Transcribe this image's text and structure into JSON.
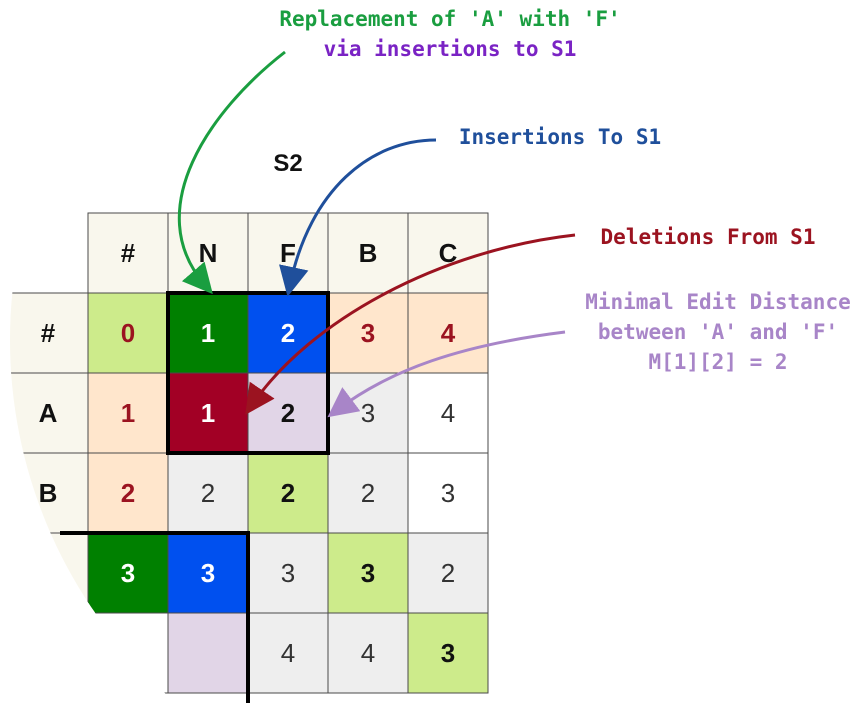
{
  "labels": {
    "s2": "S2",
    "replace_line1": "Replacement of 'A' with 'F'",
    "replace_line2": "via insertions to S1",
    "insertions": "Insertions To S1",
    "deletions": "Deletions From S1",
    "minimal_line1": "Minimal Edit Distance",
    "minimal_line2": "between 'A' and 'F'",
    "minimal_line3": "M[1][2] = 2"
  },
  "colors": {
    "green": "#1a9e40",
    "purple": "#7a23c4",
    "blue_arrow": "#1f4f9b",
    "red": "#9b1320",
    "lavender": "#a885c8",
    "cell_green_dark": "#008000",
    "cell_blue": "#0050ef",
    "cell_maroon": "#a20025",
    "cell_light_green": "#cdeb8b",
    "cell_peach": "#ffe6cc",
    "cell_lavender": "#e1d5e7",
    "cell_gray": "#eeeeee",
    "cell_header": "#f9f7ed"
  },
  "matrix": {
    "col_headers": [
      "#",
      "N",
      "F",
      "B",
      "C"
    ],
    "row_headers": [
      "#",
      "A",
      "B"
    ],
    "rows": [
      [
        {
          "v": "0",
          "style": "peachish-green"
        },
        {
          "v": "1",
          "style": "dark-green"
        },
        {
          "v": "2",
          "style": "blue"
        },
        {
          "v": "3",
          "style": "peach"
        },
        {
          "v": "4",
          "style": "peach"
        }
      ],
      [
        {
          "v": "1",
          "style": "peach"
        },
        {
          "v": "1",
          "style": "maroon"
        },
        {
          "v": "2",
          "style": "lavender"
        },
        {
          "v": "3",
          "style": "gray"
        },
        {
          "v": "4",
          "style": "white"
        }
      ],
      [
        {
          "v": "2",
          "style": "peach"
        },
        {
          "v": "2",
          "style": "gray"
        },
        {
          "v": "2",
          "style": "light-green"
        },
        {
          "v": "2",
          "style": "gray"
        },
        {
          "v": "3",
          "style": "white"
        }
      ],
      [
        {
          "v": "3",
          "style": "dark-green"
        },
        {
          "v": "3",
          "style": "blue"
        },
        {
          "v": "3",
          "style": "gray"
        },
        {
          "v": "3",
          "style": "light-green"
        },
        {
          "v": "2",
          "style": "gray"
        }
      ],
      [
        {
          "v": "",
          "style": "white"
        },
        {
          "v": "",
          "style": "lavender"
        },
        {
          "v": "4",
          "style": "gray"
        },
        {
          "v": "4",
          "style": "gray"
        },
        {
          "v": "3",
          "style": "light-green"
        }
      ]
    ]
  }
}
